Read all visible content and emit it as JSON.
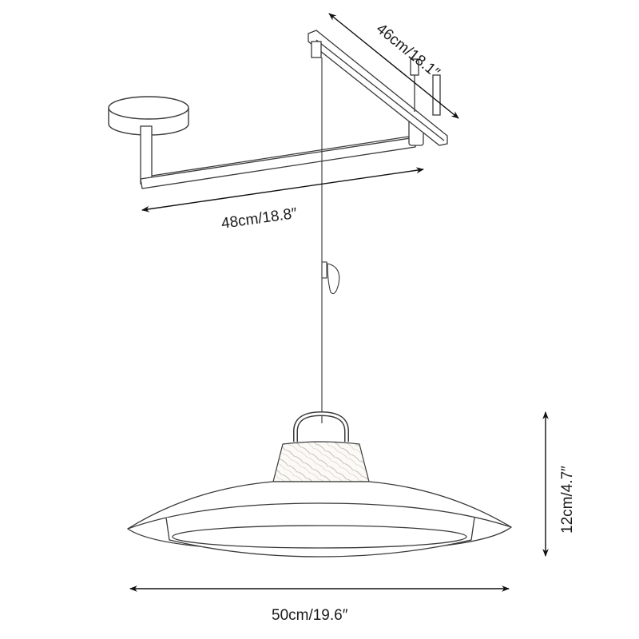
{
  "diagram": {
    "subject": "Pendant lamp with swing arm",
    "dimensions": {
      "arm_depth": "46cm/18.1″",
      "arm_length": "48cm/18.8″",
      "shade_height": "12cm/4.7″",
      "shade_diameter": "50cm/19.6″"
    },
    "colors": {
      "line": "#3a3a3a",
      "arrow": "#111111",
      "text": "#1a1a1a",
      "wood": "#c9c2b6"
    }
  }
}
